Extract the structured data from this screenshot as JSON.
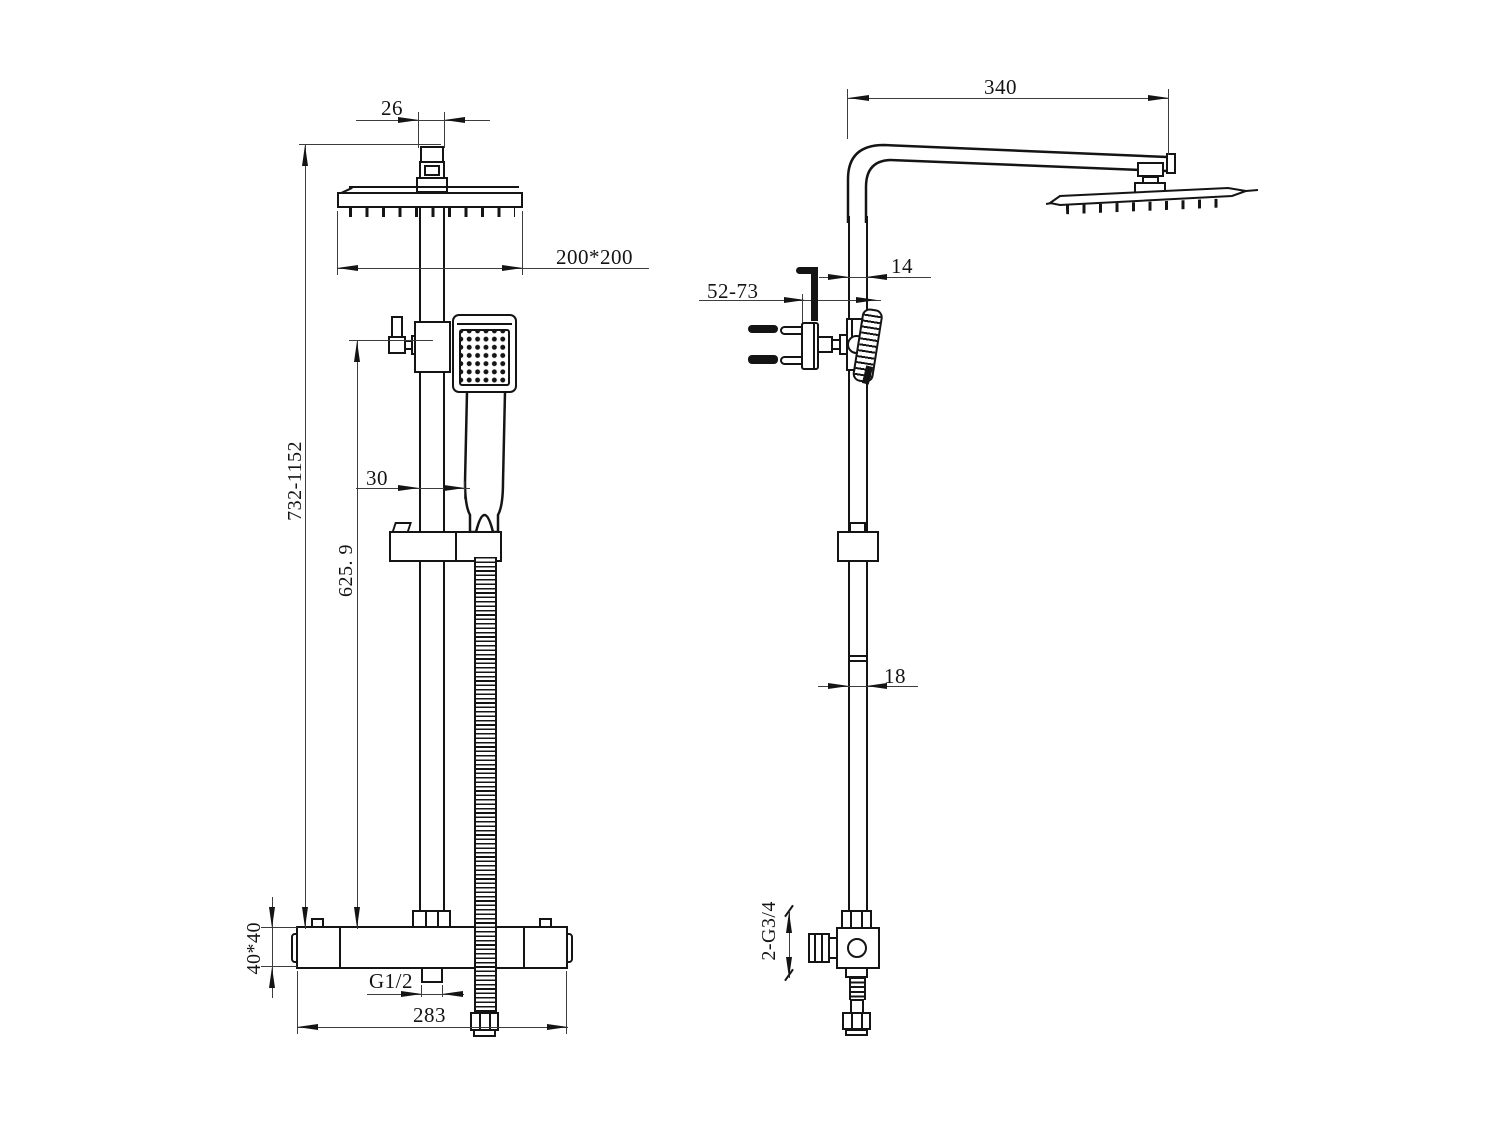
{
  "drawing_type": "shower-column-technical-drawing",
  "colors": {
    "line": "#141414",
    "dim_line": "#3d3d3d",
    "text": "#141414",
    "background": "#ffffff"
  },
  "front_view": {
    "dims": {
      "pipe_top_width": "26",
      "head_size": "200*200",
      "height_range": "732-1152",
      "rail_height": "625. 9",
      "handle_offset": "30",
      "valve_section": "40*40",
      "outlet_thread": "G1/2",
      "valve_length": "283"
    }
  },
  "side_view": {
    "dims": {
      "arm_reach": "340",
      "wall_distance": "52-73",
      "holder_width": "14",
      "pipe_diameter": "18",
      "inlet_threads": "2-G3/4"
    }
  }
}
